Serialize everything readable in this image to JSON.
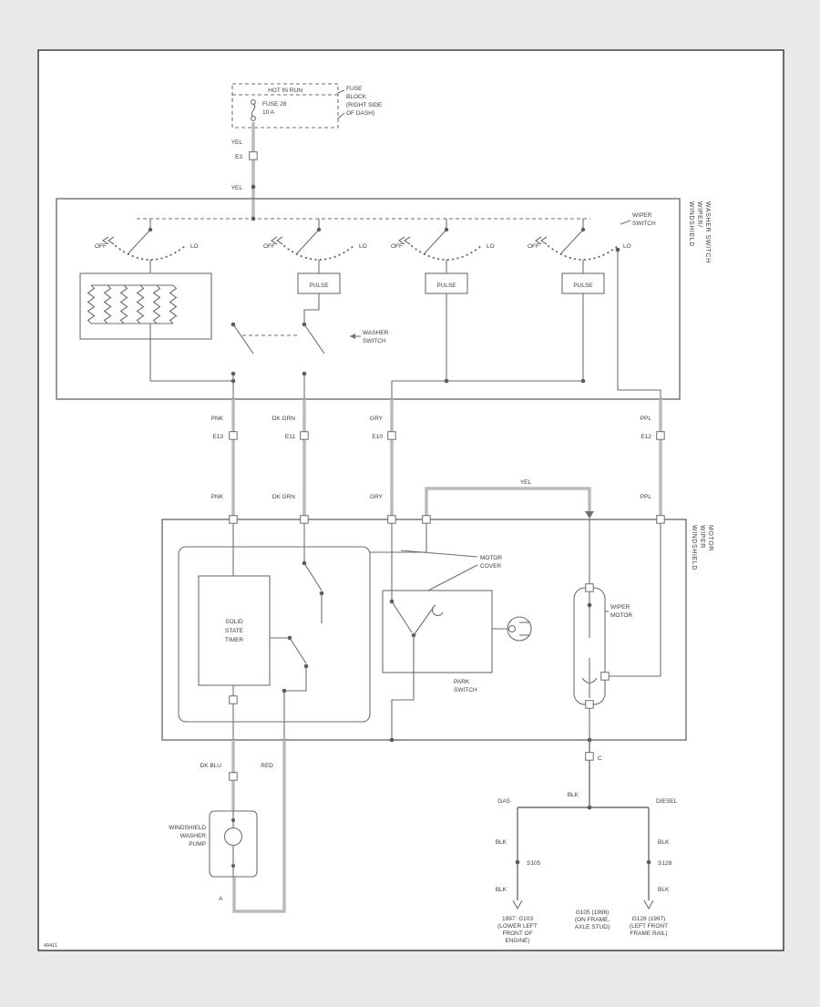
{
  "colors": {
    "yel": "#f2ea4f",
    "pnk": "#ef8390",
    "grn": "#86d289",
    "gry": "#c9c9c9",
    "ppl": "#e678e6",
    "blu": "#82a0ea",
    "red": "#f15b55"
  },
  "frame": {
    "footer_code": "49411"
  },
  "fuse": {
    "hot": "HOT IN RUN",
    "name1": "FUSE 28",
    "name2": "10 A",
    "note": [
      "FUSE",
      "BLOCK",
      "(RIGHT SIDE",
      "OF DASH)"
    ],
    "wire": "YEL",
    "conn": "E3",
    "wire2": "YEL"
  },
  "swbox": {
    "title": [
      "WINDSHIELD",
      "WIPER/",
      "WASHER SWITCH"
    ],
    "wiper_switch": [
      "WIPER",
      "SWITCH"
    ],
    "washer_switch": [
      "WASHER",
      "SWITCH"
    ],
    "switches": [
      {
        "off": "OFF",
        "lo": "LO"
      },
      {
        "off": "OFF",
        "lo": "LO",
        "pulse": "PULSE"
      },
      {
        "off": "OFF",
        "lo": "LO",
        "pulse": "PULSE"
      },
      {
        "off": "OFF",
        "lo": "LO",
        "pulse": "PULSE"
      }
    ]
  },
  "wires": {
    "pnk": {
      "top": "PNK",
      "conn": "E13",
      "bot": "PNK"
    },
    "grn": {
      "top": "DK GRN",
      "conn": "E11",
      "bot": "DK GRN"
    },
    "gry": {
      "top": "GRY",
      "conn": "E10",
      "bot": "GRY"
    },
    "ppl": {
      "top": "PPL",
      "conn": "E12",
      "bot": "PPL"
    },
    "yel": "YEL"
  },
  "motor": {
    "title": [
      "WINDSHIELD",
      "WIPER",
      "MOTOR"
    ],
    "timer": [
      "SOLID",
      "STATE",
      "TIMER"
    ],
    "cover": [
      "MOTOR",
      "COVER"
    ],
    "park": [
      "PARK",
      "SWITCH"
    ],
    "wm": [
      "WIPER",
      "MOTOR"
    ]
  },
  "pump": {
    "label": [
      "WINDSHIELD",
      "WASHER",
      "PUMP"
    ],
    "blu": "DK BLU",
    "red": "RED",
    "term": "A"
  },
  "gnd": {
    "conn": "C",
    "blk": "BLK",
    "left_tag": "GAS",
    "right_tag": "DIESEL",
    "left": {
      "b1": "BLK",
      "sp": "S105",
      "b2": "BLK",
      "cap": [
        "1997: G103",
        "(LOWER LEFT",
        "FRONT OF",
        "ENGINE)"
      ]
    },
    "mid_cap": [
      "G105 (1996)",
      "(ON FRAME,",
      "AXLE STUD)"
    ],
    "right": {
      "b1": "BLK",
      "sp": "S128",
      "b2": "BLK",
      "cap": [
        "G128 (1997)",
        "(LEFT FRONT",
        "FRAME RAIL)"
      ]
    }
  }
}
